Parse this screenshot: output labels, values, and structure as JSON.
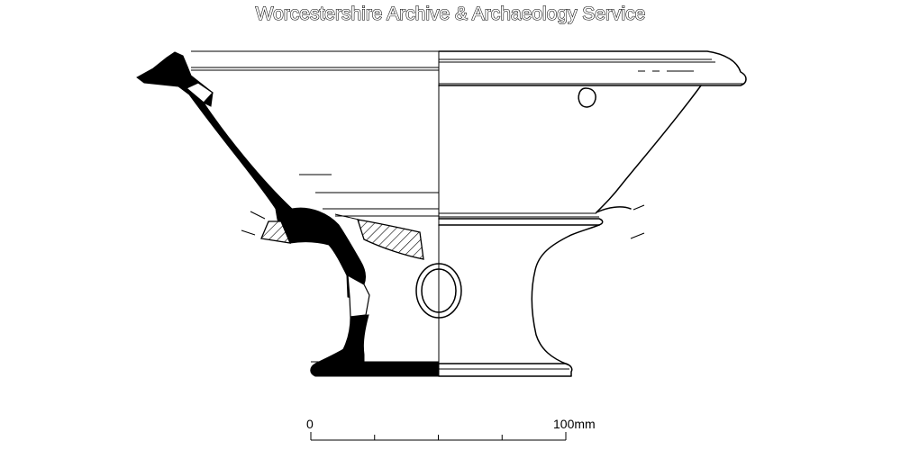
{
  "header": {
    "title": "Worcestershire Archive & Archaeology Service"
  },
  "scale_bar": {
    "start_label": "0",
    "end_label": "100mm",
    "divisions": 4
  },
  "colors": {
    "ink": "#000000",
    "background": "#ffffff"
  }
}
